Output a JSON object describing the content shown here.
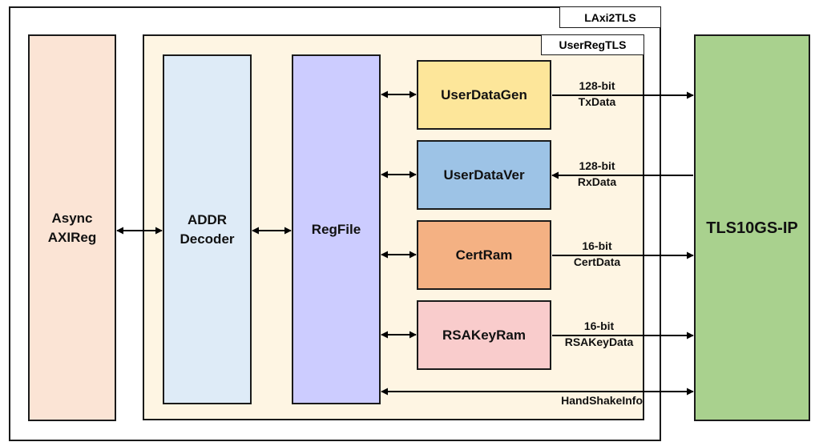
{
  "outer_block": {
    "label": "LAxi2TLS"
  },
  "inner_block": {
    "label": "UserRegTLS"
  },
  "async_axireg": {
    "line1": "Async",
    "line2": "AXIReg"
  },
  "addr_decoder": {
    "line1": "ADDR",
    "line2": "Decoder"
  },
  "regfile": {
    "label": "RegFile"
  },
  "user_data_gen": {
    "label": "UserDataGen",
    "color": "#fde69a"
  },
  "user_data_ver": {
    "label": "UserDataVer",
    "color": "#9dc3e6"
  },
  "cert_ram": {
    "label": "CertRam",
    "color": "#f4b183"
  },
  "rsa_key_ram": {
    "label": "RSAKeyRam",
    "color": "#f9cccc"
  },
  "tls_ip": {
    "label": "TLS10GS-IP",
    "color": "#a9d18e"
  },
  "signals": {
    "txdata": {
      "width": "128-bit",
      "name": "TxData"
    },
    "rxdata": {
      "width": "128-bit",
      "name": "RxData"
    },
    "certdata": {
      "width": "16-bit",
      "name": "CertData"
    },
    "rsakeydata": {
      "width": "16-bit",
      "name": "RSAKeyData"
    },
    "handshake": {
      "name": "HandShakeInfo"
    }
  },
  "colors": {
    "async_fill": "#fbe4d5",
    "decoder_fill": "#deebf7",
    "regfile_fill": "#ccccff",
    "inner_fill": "#fef5e3"
  }
}
